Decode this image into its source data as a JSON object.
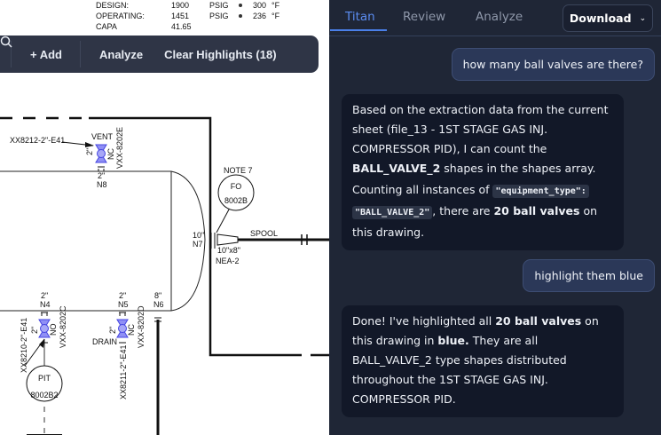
{
  "drawing": {
    "spec": {
      "design_label": "DESIGN:",
      "design_p": "1900",
      "design_pu": "PSIG",
      "design_t": "300",
      "design_tu": "°F",
      "oper_label": "OPERATING:",
      "oper_p": "1451",
      "oper_pu": "PSIG",
      "oper_t": "236",
      "oper_tu": "°F",
      "cap_label": "CAPA",
      "cap_v": "41.65"
    },
    "vent_line": "XX8212-2\"-E41",
    "vent": "VENT",
    "vent_size": "2\"",
    "vent_state": "NC",
    "vent_tag": "VXX-8202E",
    "n8_size": "2\"",
    "n8": "N8",
    "note": "NOTE 7",
    "fo": "FO",
    "fo_tag": "8002B",
    "n7_size": "10\"",
    "n7": "N7",
    "reducer": "10\"x8\"",
    "nea": "NEA-2",
    "spool": "SPOOL",
    "n4_size": "2\"",
    "n4": "N4",
    "n5_size": "2\"",
    "n5": "N5",
    "n6_size": "8\"",
    "n6": "N6",
    "v4_line": "XX8210-2\"-E41",
    "v4_size": "2\"",
    "v4_state": "NO",
    "v4_tag": "VXX-8202C",
    "v5_line": "XX8211-2\"-E41",
    "v5_size": "2\"",
    "v5_state": "NC",
    "v5_tag": "VXX-8202D",
    "drain": "DRAIN",
    "pit": "PIT",
    "pit_tag": "8002B2",
    "highlight_color": "#6b6bf0"
  },
  "toolbar": {
    "add": "+ Add",
    "analyze": "Analyze",
    "clear": "Clear Highlights (18)"
  },
  "panel": {
    "tabs": [
      {
        "label": "Titan",
        "active": true
      },
      {
        "label": "Review"
      },
      {
        "label": "Analyze"
      }
    ],
    "download": "Download",
    "messages": [
      {
        "role": "user",
        "text": "how many ball valves are there?"
      },
      {
        "role": "assistant",
        "p1": "Based on the extraction data from the current sheet (file_13 - 1ST STAGE GAS INJ. COMPRESSOR PID), I can count the ",
        "p1_bold": "BALL_VALVE_2",
        "p1_end": " shapes in the shapes array.",
        "p2": "Counting all instances of ",
        "code1": "\"equipment_type\":",
        "code2": "\"BALL_VALVE_2\"",
        "p2_mid": ", there are ",
        "p2_bold": "20 ball valves",
        "p2_end": " on this drawing."
      },
      {
        "role": "user",
        "text": "highlight them blue"
      },
      {
        "role": "assistant",
        "p1": "Done! I've highlighted all ",
        "b1": "20 ball valves",
        "p2": " on this drawing in ",
        "b2": "blue.",
        "p3": " They are all BALL_VALVE_2 type shapes distributed throughout the 1ST STAGE GAS INJ. COMPRESSOR PID."
      }
    ]
  }
}
